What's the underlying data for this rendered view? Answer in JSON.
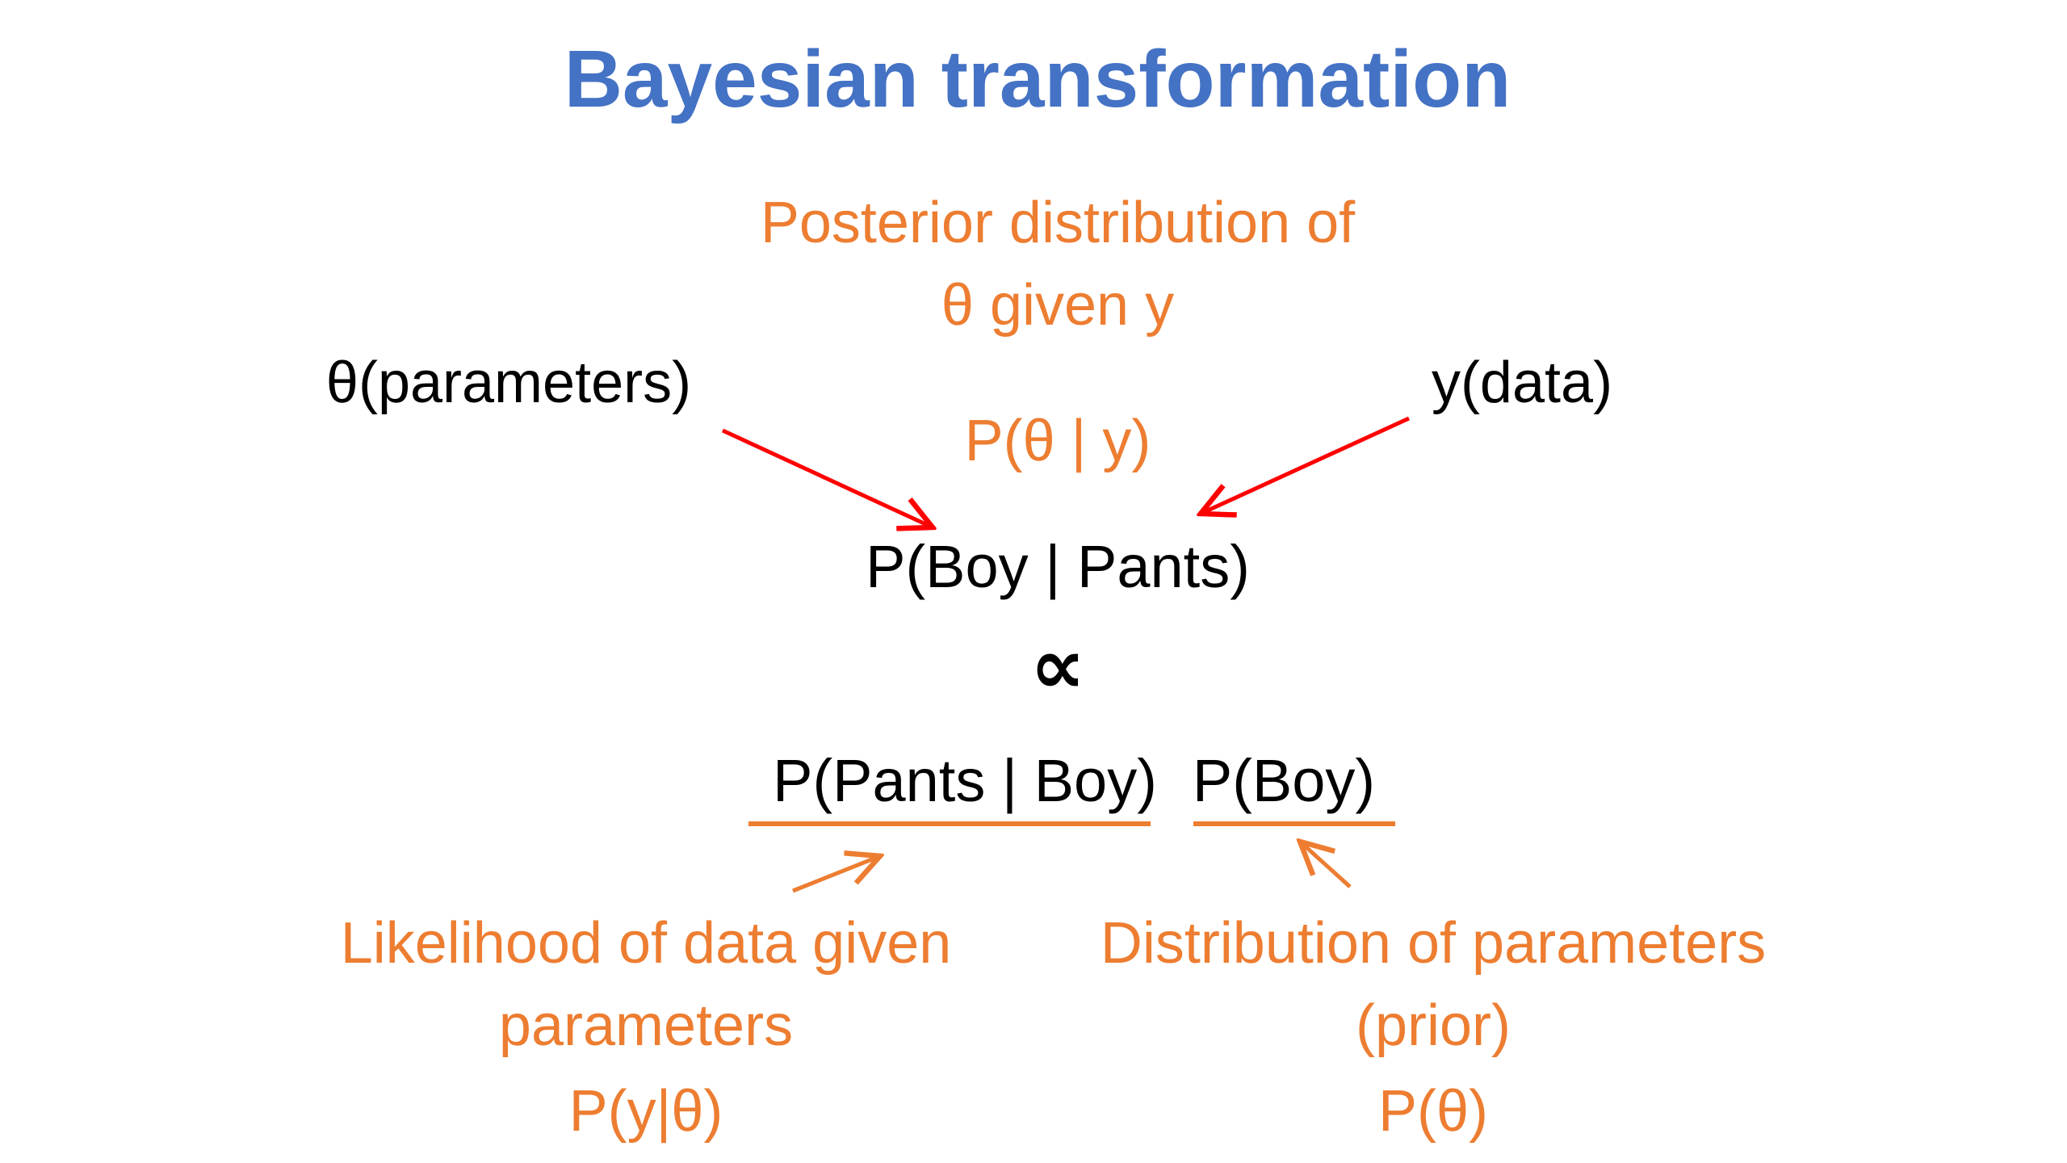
{
  "title": "Bayesian transformation",
  "posterior": {
    "line1": "Posterior distribution of",
    "line2": "θ given  y",
    "formula": "P(θ | y)"
  },
  "labels": {
    "theta": "θ(parameters)",
    "y": "y(data)"
  },
  "main_formula": "P(Boy | Pants)",
  "proportional_symbol": "∝",
  "likelihood": {
    "formula": "P(Pants  |  Boy)",
    "line1": "Likelihood of data given",
    "line2": "parameters",
    "line3": "P(y|θ)"
  },
  "prior": {
    "formula": "P(Boy)",
    "line1": "Distribution of parameters",
    "line2": "(prior)",
    "line3": "P(θ)"
  },
  "colors": {
    "title": "#4472C4",
    "annotation": "#ED7D31",
    "text": "#000000",
    "arrow_red": "#FF0000",
    "arrow_orange": "#ED7D31"
  }
}
